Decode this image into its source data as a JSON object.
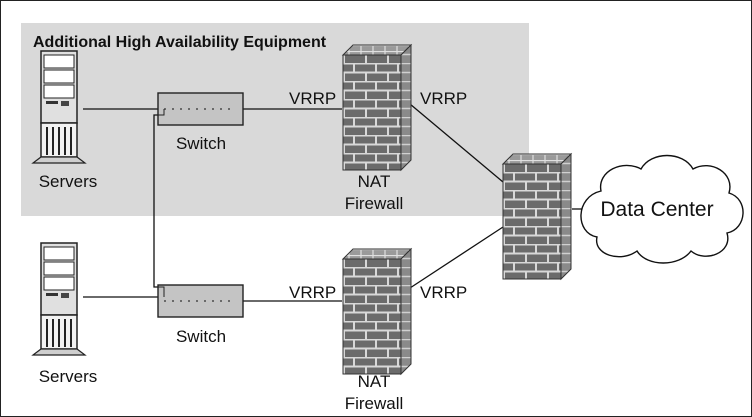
{
  "group": {
    "title": "Additional High Availability Equipment",
    "fill": "#d9d9d9"
  },
  "top": {
    "servers_label": "Servers",
    "switch_label": "Switch",
    "vrrp_left": "VRRP",
    "vrrp_right": "VRRP",
    "firewall_line1": "NAT",
    "firewall_line2": "Firewall"
  },
  "bottom": {
    "servers_label": "Servers",
    "switch_label": "Switch",
    "vrrp_left": "VRRP",
    "vrrp_right": "VRRP",
    "firewall_line1": "NAT",
    "firewall_line2": "Firewall"
  },
  "datacenter": {
    "label": "Data Center"
  },
  "icons": {
    "server": "server-tower-icon",
    "switch": "network-switch-icon",
    "firewall": "brick-firewall-icon",
    "cloud": "cloud-icon"
  }
}
